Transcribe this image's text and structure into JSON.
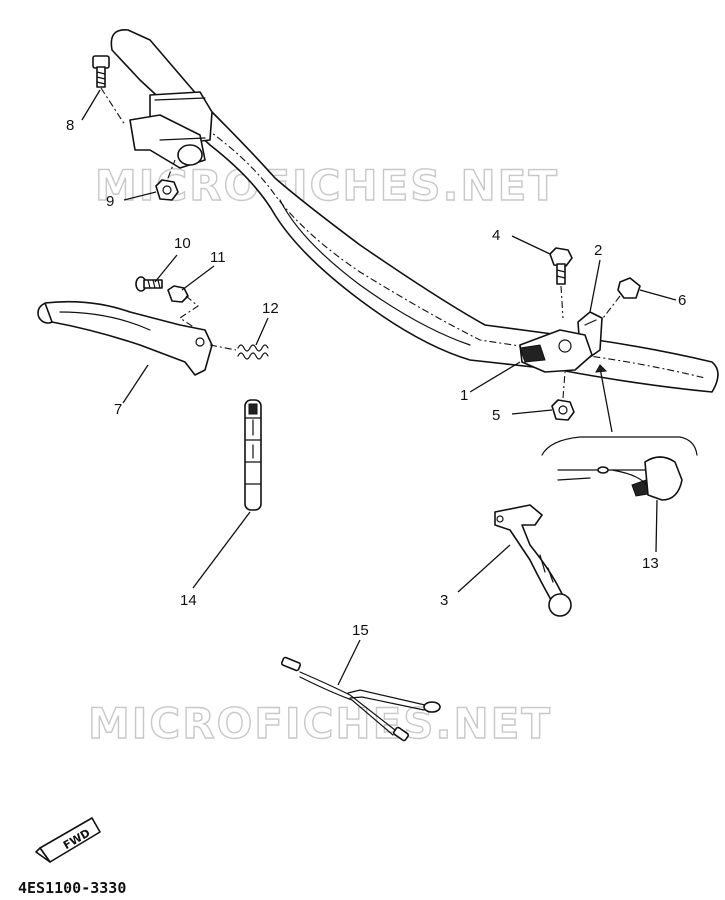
{
  "watermark": {
    "text": "MICROFICHES.NET"
  },
  "callouts": {
    "c1": "1",
    "c2": "2",
    "c3": "3",
    "c4": "4",
    "c5": "5",
    "c6": "6",
    "c7": "7",
    "c8": "8",
    "c9": "9",
    "c10": "10",
    "c11": "11",
    "c12": "12",
    "c13": "13",
    "c14": "14",
    "c15": "15"
  },
  "direction_badge": "FWD",
  "diagram_code": "4ES1100-3330"
}
